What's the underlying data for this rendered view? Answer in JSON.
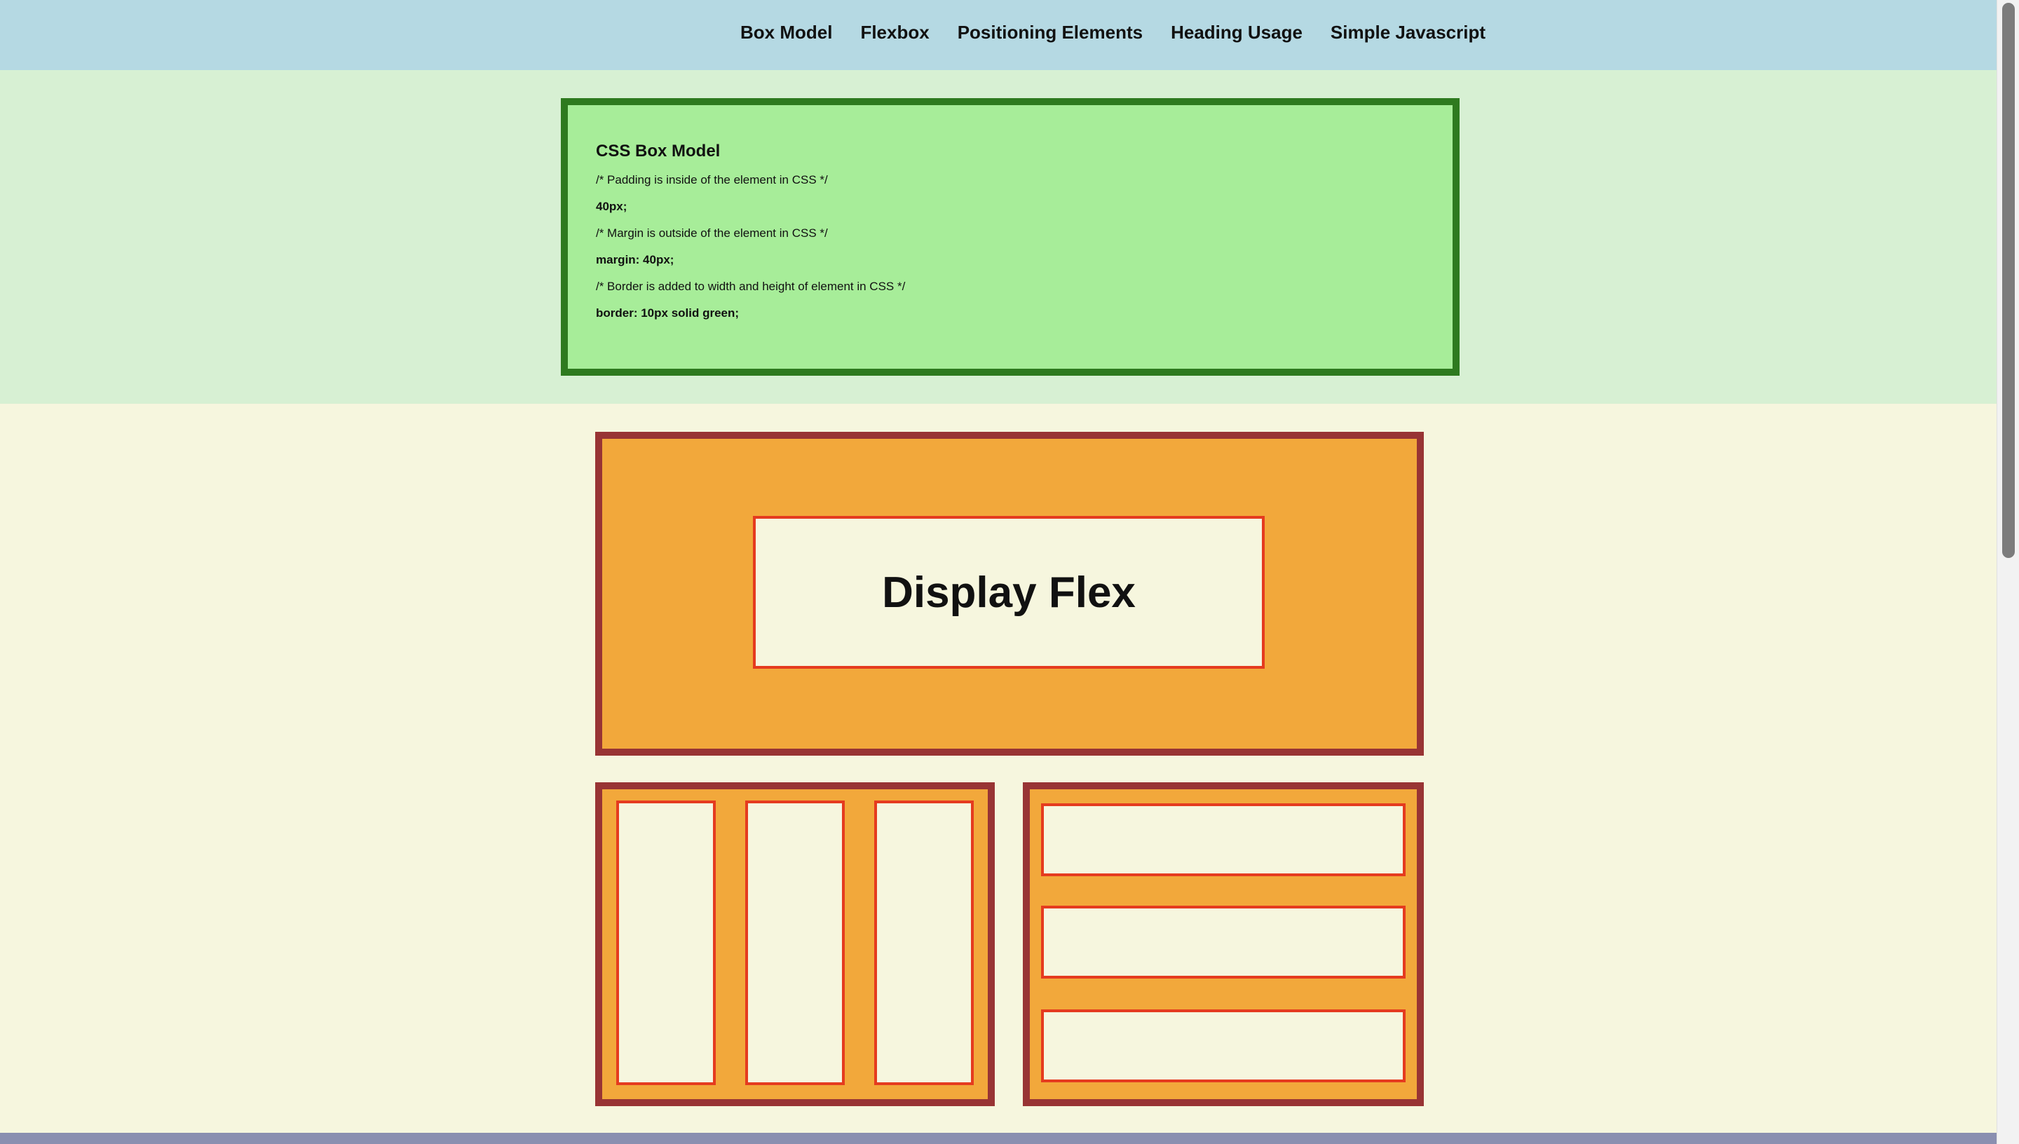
{
  "nav": {
    "links": [
      {
        "label": "Box Model"
      },
      {
        "label": "Flexbox"
      },
      {
        "label": "Positioning Elements"
      },
      {
        "label": "Heading Usage"
      },
      {
        "label": "Simple Javascript"
      }
    ]
  },
  "box_model": {
    "title": "CSS Box Model",
    "lines": [
      {
        "text": "/* Padding is inside of the element in CSS */",
        "bold": false
      },
      {
        "text": "40px;",
        "bold": true
      },
      {
        "text": "/* Margin is outside of the element in CSS */",
        "bold": false
      },
      {
        "text": "margin: 40px;",
        "bold": true
      },
      {
        "text": "/* Border is added to width and height of element in CSS */",
        "bold": false
      },
      {
        "text": "border: 10px solid green;",
        "bold": true
      }
    ]
  },
  "flexbox": {
    "title": "Display Flex"
  },
  "colors": {
    "nav_bg": "#b5d9e3",
    "boxmodel_section_bg": "#d7f0d3",
    "boxmodel_card_bg": "#a7ed99",
    "boxmodel_border": "#2e7a1f",
    "flex_bg": "#f2a83b",
    "flex_border": "#983434",
    "inner_border": "#e53b1f",
    "page_bg": "#f6f6de"
  }
}
